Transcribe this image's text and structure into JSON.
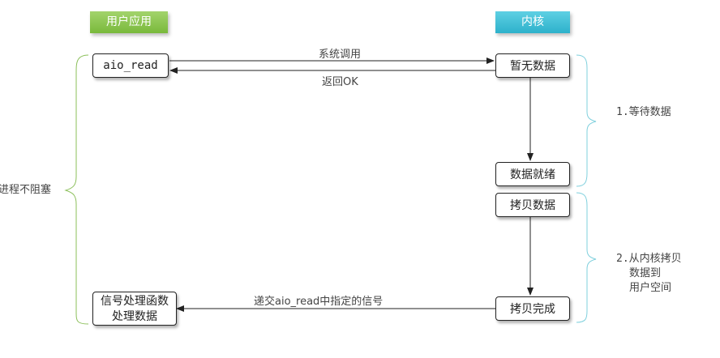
{
  "headers": {
    "user": "用户应用",
    "kernel": "内核"
  },
  "boxes": {
    "aio_read": "aio_read",
    "no_data": "暂无数据",
    "data_ready": "数据就绪",
    "copy_data": "拷贝数据",
    "copy_done": "拷贝完成",
    "handler_line1": "信号处理函数",
    "handler_line2": "处理数据"
  },
  "arrows": {
    "syscall": "系统调用",
    "return_ok": "返回OK",
    "deliver_signal": "递交aio_read中指定的信号"
  },
  "notes": {
    "process": "进程不阻塞",
    "wait_prefix": "1.",
    "wait_text": "等待数据",
    "copy_prefix": "2.",
    "copy_line1": "从内核拷贝",
    "copy_line2": "数据到",
    "copy_line3": "用户空间"
  },
  "colors": {
    "user_header": "#79b93b",
    "kernel_header": "#2db1cb",
    "brace_left": "#8bbf5a",
    "brace_right": "#7fd0dd"
  }
}
